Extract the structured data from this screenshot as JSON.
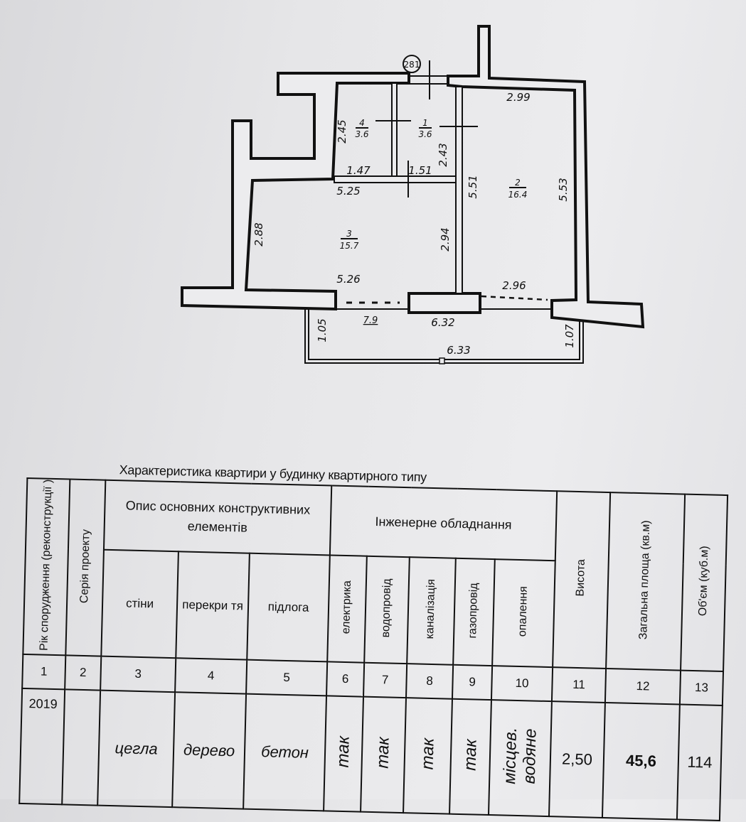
{
  "floor_plan": {
    "axis_marker": "281",
    "rooms": [
      {
        "number": "1",
        "area": "3.6"
      },
      {
        "number": "2",
        "area": "16.4"
      },
      {
        "number": "3",
        "area": "15.7"
      },
      {
        "number": "4",
        "area": "3.6"
      }
    ],
    "balcony_area": "7.9",
    "dimensions": {
      "d_2_99": "2.99",
      "d_2_45": "2.45",
      "d_2_43": "2.43",
      "d_1_47": "1.47",
      "d_1_51": "1.51",
      "d_5_25": "5.25",
      "d_5_51": "5.51",
      "d_5_53": "5.53",
      "d_2_88": "2.88",
      "d_2_94": "2.94",
      "d_5_26": "5.26",
      "d_2_96": "2.96",
      "d_6_32": "6.32",
      "d_1_05": "1.05",
      "d_6_33": "6.33",
      "d_1_07": "1.07"
    }
  },
  "table": {
    "title": "Характеристика квартири у будинку квартирного типу",
    "headers": {
      "year": "Рік спорудження (реконструкції )",
      "series": "Серія проекту",
      "structural_group": "Опис основних конструктивних елементів",
      "walls": "стіни",
      "ceilings": "перекри тя",
      "floor": "підлога",
      "engineering_group": "Інженерне обладнання",
      "electric": "електрика",
      "water": "водопровід",
      "sewer": "каналізація",
      "gas": "газопровід",
      "heating": "опалення",
      "height": "Висота",
      "area": "Загальна площа (кв.м)",
      "volume": "Об'єм (куб.м)"
    },
    "column_numbers": [
      "1",
      "2",
      "3",
      "4",
      "5",
      "6",
      "7",
      "8",
      "9",
      "10",
      "11",
      "12",
      "13"
    ],
    "row": {
      "year": "2019",
      "series": "",
      "walls": "цегла",
      "ceilings": "дерево",
      "floor": "бетон",
      "electric": "так",
      "water": "так",
      "sewer": "так",
      "gas": "так",
      "heating": "місцев. водяне",
      "height": "2,50",
      "area": "45,6",
      "volume": "114"
    }
  }
}
